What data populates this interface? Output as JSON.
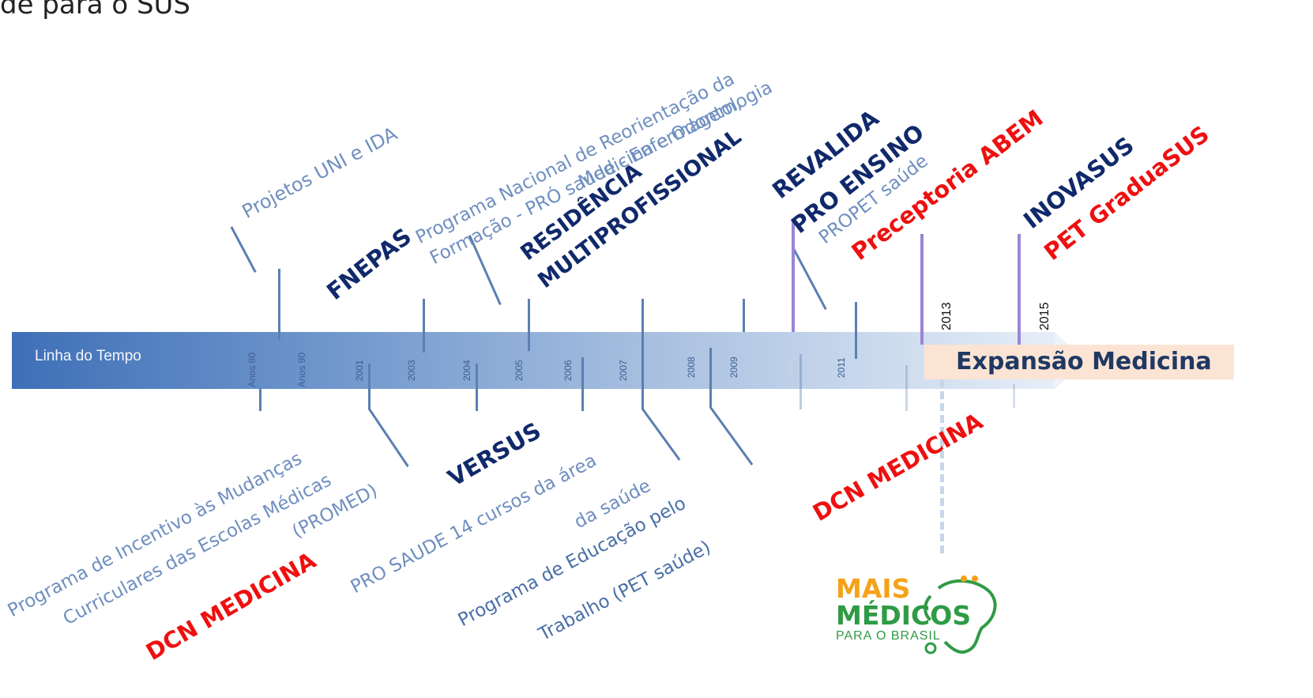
{
  "title": "de para o SUS",
  "timeline_label": "Linha do Tempo",
  "years": [
    "Anos 80",
    "Anos 90",
    "2001",
    "2003",
    "2004",
    "2005",
    "2006",
    "2007",
    "2008",
    "2009",
    "2010",
    "2011"
  ],
  "years_dark": [
    "2013",
    "2015"
  ],
  "expansion": "Expansão Medicina",
  "above": {
    "uni_ida": "Projetos UNI e IDA",
    "pro_saude_line1": "Programa Nacional de Reorientação da",
    "pro_saude_line2": "Formação - PRÓ saúde - Enfermagem,",
    "pro_saude_line3": "Medicina e Odontologia",
    "fnepas": "FNEPAS",
    "residencia_line1": "RESIDÊNCIA",
    "residencia_line2": "MULTIPROFISSIONAL",
    "revalida": "REVALIDA",
    "pro_ensino": "PRO ENSINO",
    "propet": "PROPET saúde",
    "preceptoria": "Preceptoria ABEM",
    "inovasus": "INOVASUS",
    "pet_graduasus": "PET GraduaSUS"
  },
  "below": {
    "promed_line1": "Programa de Incentivo às Mudanças",
    "promed_line2": "Curriculares das Escolas Médicas",
    "promed_line3": "(PROMED)",
    "dcn1": "DCN MEDICINA",
    "versus": "VERSUS",
    "pro_saude14_line1": "PRO SAUDE 14 cursos da área",
    "pro_saude14_line2": "da saúde",
    "pet_saude_line1": "Programa de Educação pelo",
    "pet_saude_line2": "Trabalho (PET saúde)",
    "dcn2": "DCN MEDICINA"
  },
  "logo": {
    "mais": "MAIS",
    "medicos": "MÉDICOS",
    "para": "PARA O BRASIL"
  },
  "colors": {
    "navy": "#10296b",
    "red": "#ee1010",
    "faded_blue": "#6f8fc0",
    "purple_line": "#9b86d6",
    "band": "#fbe4d4"
  }
}
